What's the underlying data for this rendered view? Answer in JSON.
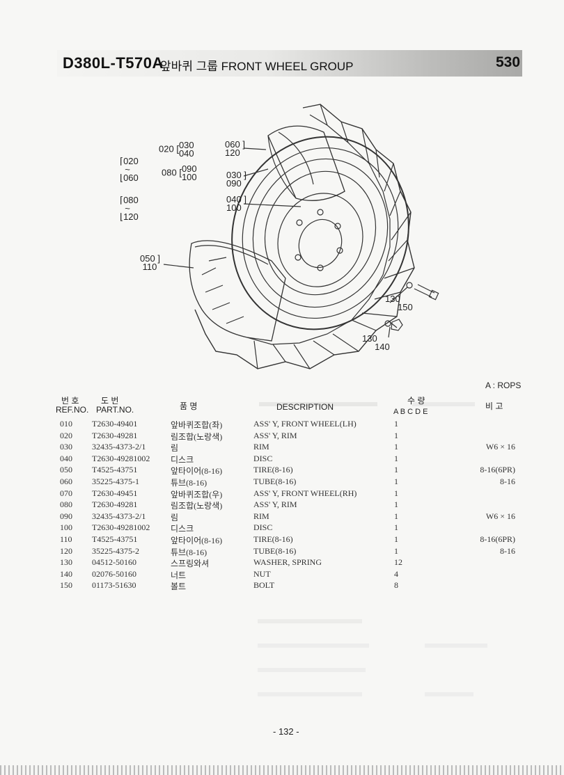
{
  "header": {
    "model": "D380L-T570A",
    "title": "앞바퀴 그룹 FRONT  WHEEL GROUP",
    "code": "530"
  },
  "diagram": {
    "callouts": [
      {
        "top": "030",
        "bottom": "040",
        "prefix": "020"
      },
      {
        "top": "090",
        "bottom": "100",
        "prefix": "080"
      },
      {
        "top": "020",
        "mid": "~",
        "bottom": "060"
      },
      {
        "top": "080",
        "mid": "~",
        "bottom": "120"
      },
      {
        "top": "060",
        "bottom": "120"
      },
      {
        "top": "030",
        "bottom": "090"
      },
      {
        "top": "040",
        "bottom": "100"
      },
      {
        "top": "050",
        "bottom": "110"
      },
      {
        "top": "130",
        "bottom": "150"
      },
      {
        "top": "130",
        "bottom": "140"
      }
    ]
  },
  "note": "A : ROPS",
  "table": {
    "headers": {
      "ref_ko": "번 호",
      "ref_en": "REF.NO.",
      "part_ko": "도    번",
      "part_en": "PART.NO.",
      "name_ko": "품      명",
      "desc": "DESCRIPTION",
      "qty_ko": "수      량",
      "qty_cols": "A   B   C   D   E",
      "remark_ko": "비  고"
    },
    "rows": [
      {
        "ref": "010",
        "part": "T2630-49401",
        "name": "앞바퀴조합(좌)",
        "desc": "ASS' Y, FRONT WHEEL(LH)",
        "qty": "1",
        "remark": ""
      },
      {
        "ref": "020",
        "part": "T2630-49281",
        "name": "림조합(노랑색)",
        "desc": "ASS' Y, RIM",
        "qty": "1",
        "remark": ""
      },
      {
        "ref": "030",
        "part": "32435-4373-2/1",
        "name": "림",
        "desc": "RIM",
        "qty": "1",
        "remark": "W6 × 16"
      },
      {
        "ref": "040",
        "part": "T2630-49281002",
        "name": "디스크",
        "desc": "DISC",
        "qty": "1",
        "remark": ""
      },
      {
        "ref": "050",
        "part": "T4525-43751",
        "name": "앞타이어(8-16)",
        "desc": "TIRE(8-16)",
        "qty": "1",
        "remark": "8-16(6PR)"
      },
      {
        "ref": "060",
        "part": "35225-4375-1",
        "name": "튜브(8-16)",
        "desc": "TUBE(8-16)",
        "qty": "1",
        "remark": "8-16"
      },
      {
        "ref": "070",
        "part": "T2630-49451",
        "name": "앞바퀴조합(우)",
        "desc": "ASS' Y, FRONT WHEEL(RH)",
        "qty": "1",
        "remark": ""
      },
      {
        "ref": "080",
        "part": "T2630-49281",
        "name": "림조합(노랑색)",
        "desc": "ASS' Y, RIM",
        "qty": "1",
        "remark": ""
      },
      {
        "ref": "090",
        "part": "32435-4373-2/1",
        "name": "림",
        "desc": "RIM",
        "qty": "1",
        "remark": "W6 × 16"
      },
      {
        "ref": "100",
        "part": "T2630-49281002",
        "name": "디스크",
        "desc": "DISC",
        "qty": "1",
        "remark": ""
      },
      {
        "ref": "110",
        "part": "T4525-43751",
        "name": "앞타이어(8-16)",
        "desc": "TIRE(8-16)",
        "qty": "1",
        "remark": "8-16(6PR)"
      },
      {
        "ref": "120",
        "part": "35225-4375-2",
        "name": "튜브(8-16)",
        "desc": "TUBE(8-16)",
        "qty": "1",
        "remark": "8-16"
      },
      {
        "ref": "130",
        "part": "04512-50160",
        "name": "스프링와셔",
        "desc": "WASHER, SPRING",
        "qty": "12",
        "remark": ""
      },
      {
        "ref": "140",
        "part": "02076-50160",
        "name": "너트",
        "desc": "NUT",
        "qty": "4",
        "remark": ""
      },
      {
        "ref": "150",
        "part": "01173-51630",
        "name": "볼트",
        "desc": "BOLT",
        "qty": "8",
        "remark": ""
      }
    ]
  },
  "footer": {
    "page": "- 132 -"
  }
}
